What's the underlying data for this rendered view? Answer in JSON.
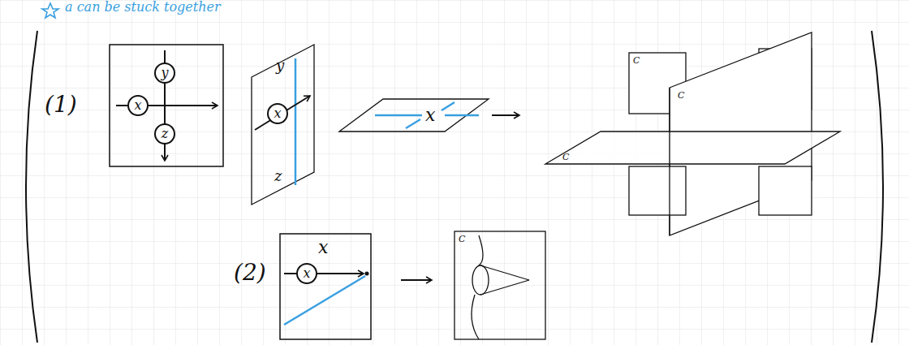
{
  "diagram": {
    "nodes": [
      {
        "text": [
          "x"
        ]
      },
      {
        "text": [
          "y"
        ]
      },
      {
        "text": [
          "z"
        ]
      },
      {
        "text": [
          "x"
        ]
      },
      {
        "text": [
          "x"
        ]
      }
    ],
    "labels": [
      "a can be stuck together",
      "(1)",
      "y",
      "z",
      "x",
      "C",
      "C",
      "C",
      "(2)",
      "x",
      "C"
    ]
  }
}
